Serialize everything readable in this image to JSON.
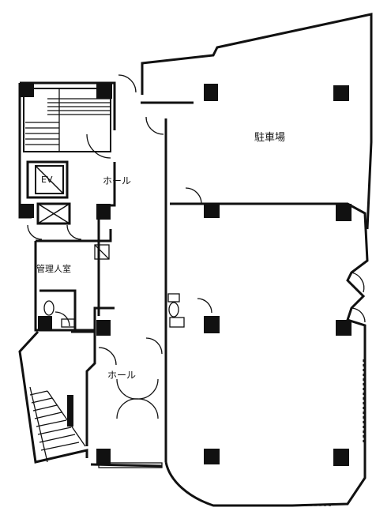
{
  "rooms": {
    "parking": "駐車場",
    "hall_upper": "ホール",
    "hall_lower": "ホール",
    "management": "管理人室",
    "elevator": "EV"
  },
  "colors": {
    "line": "#111111",
    "background": "#ffffff"
  }
}
